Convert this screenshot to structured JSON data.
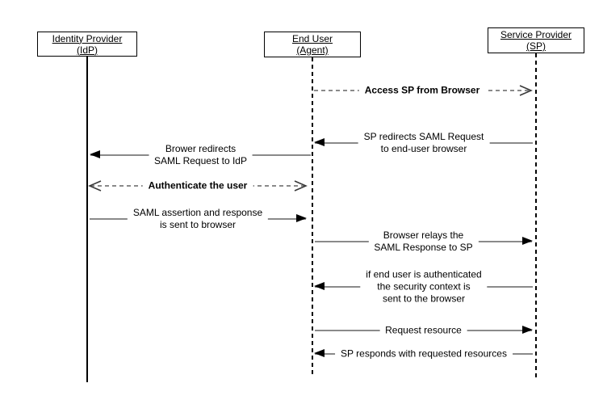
{
  "diagram": {
    "type": "sequence-diagram",
    "colors": {
      "background": "#ffffff",
      "message_line": "#8a8a8a",
      "lifeline": "#000000",
      "text": "#000000"
    },
    "actors": [
      {
        "id": "idp",
        "name": "Identity Provider",
        "sub": "(IdP)",
        "lifeline_style": "solid"
      },
      {
        "id": "end-user",
        "name": "End User",
        "sub": "(Agent)",
        "lifeline_style": "dashed"
      },
      {
        "id": "sp",
        "name": "Service Provider",
        "sub": "(SP)",
        "lifeline_style": "dashed"
      }
    ],
    "messages": [
      {
        "from": "End User (Agent)",
        "to": "Service Provider (SP)",
        "line_style": "dashed",
        "arrow": "open-right",
        "emphasis": "bold",
        "lines": [
          "Access SP from Browser"
        ]
      },
      {
        "from": "Service Provider (SP)",
        "to": "End User (Agent)",
        "line_style": "solid",
        "arrow": "filled-left",
        "emphasis": "normal",
        "lines": [
          "SP redirects SAML Request",
          "to end-user browser"
        ]
      },
      {
        "from": "End User (Agent)",
        "to": "Identity Provider (IdP)",
        "line_style": "solid",
        "arrow": "filled-left",
        "emphasis": "normal",
        "lines": [
          "Brower redirects",
          "SAML Request to IdP"
        ]
      },
      {
        "from": "Identity Provider (IdP)",
        "to": "End User (Agent)",
        "line_style": "dashed",
        "arrow": "open-both",
        "emphasis": "bold",
        "lines": [
          "Authenticate the user"
        ]
      },
      {
        "from": "Identity Provider (IdP)",
        "to": "End User (Agent)",
        "line_style": "solid",
        "arrow": "filled-right",
        "emphasis": "normal",
        "lines": [
          "SAML assertion and response",
          "is sent to browser"
        ]
      },
      {
        "from": "End User (Agent)",
        "to": "Service Provider (SP)",
        "line_style": "solid",
        "arrow": "filled-right",
        "emphasis": "normal",
        "lines": [
          "Browser relays the",
          "SAML Response to SP"
        ]
      },
      {
        "from": "Service Provider (SP)",
        "to": "End User (Agent)",
        "line_style": "solid",
        "arrow": "filled-left",
        "emphasis": "normal",
        "lines": [
          "if end user is authenticated",
          "the security context is",
          "sent to the browser"
        ]
      },
      {
        "from": "End User (Agent)",
        "to": "Service Provider (SP)",
        "line_style": "solid",
        "arrow": "filled-right",
        "emphasis": "normal",
        "lines": [
          "Request resource"
        ]
      },
      {
        "from": "Service Provider (SP)",
        "to": "End User (Agent)",
        "line_style": "solid",
        "arrow": "filled-left",
        "emphasis": "normal",
        "lines": [
          "SP responds with requested resources"
        ]
      }
    ]
  }
}
